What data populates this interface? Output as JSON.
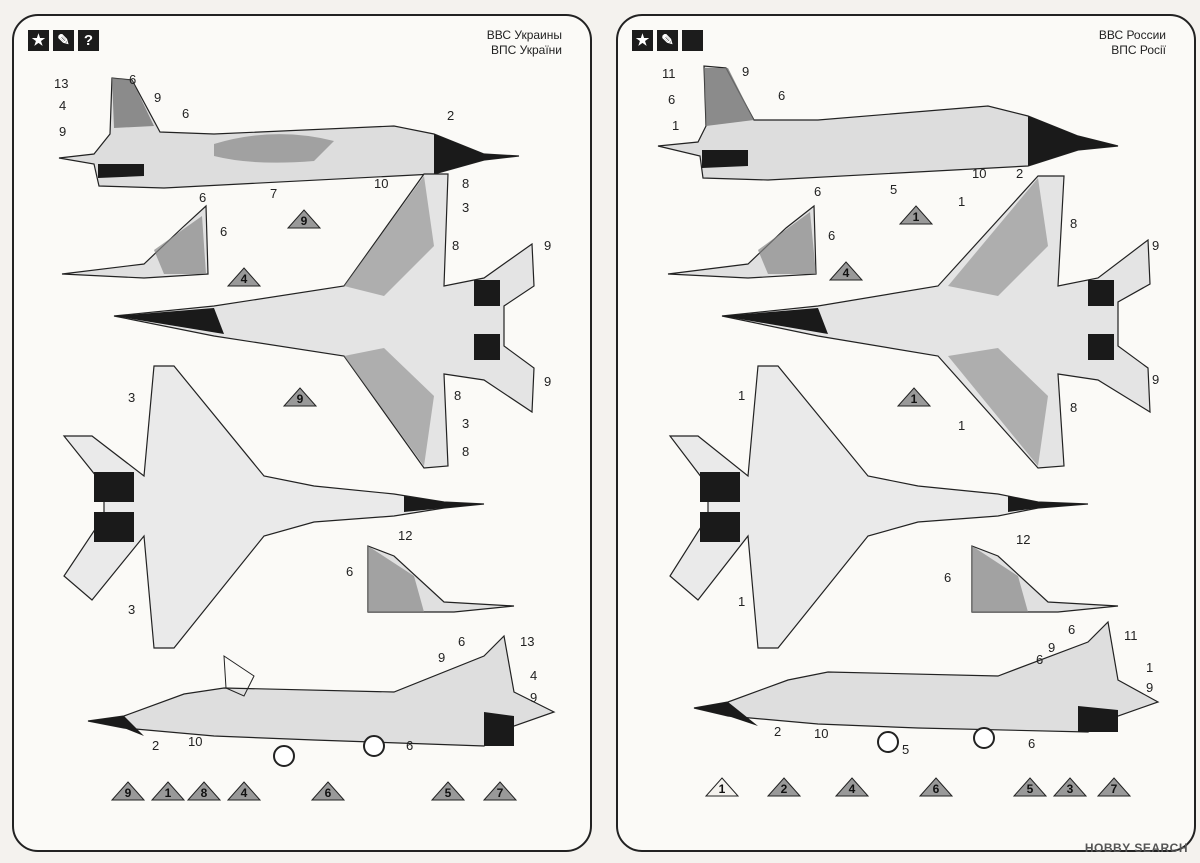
{
  "left_panel": {
    "icons": [
      "star-icon",
      "brush-icon",
      "question-icon"
    ],
    "title_line1": "ВВС Украины",
    "title_line2": "ВПС України"
  },
  "right_panel": {
    "icons": [
      "star-icon",
      "brush-icon",
      "square-icon"
    ],
    "title_line1": "ВВС России",
    "title_line2": "ВПС Росії"
  },
  "callouts": {
    "l": [
      "13",
      "6",
      "9",
      "4",
      "9",
      "6",
      "2",
      "10",
      "7",
      "6",
      "8",
      "3",
      "8",
      "9",
      "6",
      "9",
      "8",
      "3",
      "8",
      "3",
      "12",
      "6",
      "3",
      "6",
      "13",
      "9",
      "4",
      "9",
      "6",
      "2",
      "10"
    ],
    "r": [
      "11",
      "9",
      "6",
      "6",
      "1",
      "10",
      "2",
      "5",
      "6",
      "1",
      "8",
      "6",
      "9",
      "1",
      "9",
      "8",
      "1",
      "12",
      "6",
      "1",
      "6",
      "11",
      "9",
      "1",
      "6",
      "9",
      "2",
      "10",
      "5",
      "6"
    ]
  },
  "triangles": {
    "l": [
      "9",
      "4",
      "9",
      "9",
      "1",
      "8",
      "4",
      "6",
      "5",
      "7"
    ],
    "r": [
      "1",
      "4",
      "1",
      "1",
      "2",
      "4",
      "6",
      "5",
      "3",
      "7"
    ]
  },
  "watermark": "HOBBY SEARCH"
}
